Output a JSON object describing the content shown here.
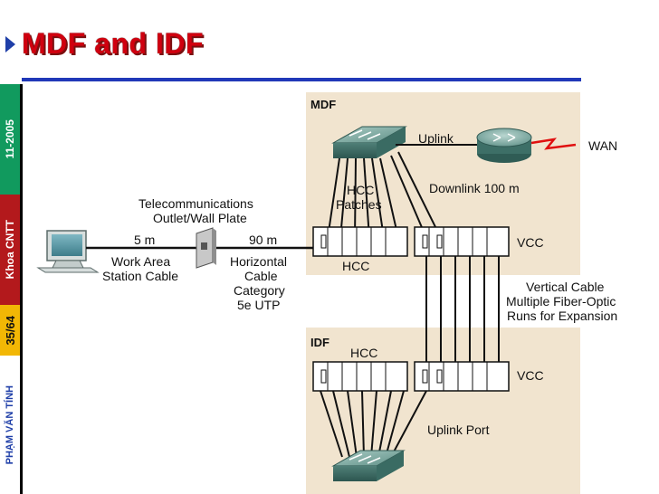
{
  "slide": {
    "title": "MDF and IDF",
    "side_date": "11-2005",
    "side_dept": "Khoa CNTT",
    "side_page": "35/64",
    "side_author": "PHẠM VĂN TÍNH",
    "colors": {
      "title": "#d0000f",
      "rule": "#2038b8",
      "side_date_bg": "#119a5e",
      "side_dept_bg": "#b3191c",
      "side_page_bg": "#f2b705",
      "side_author_bg": "#ffffff",
      "zone_bg": "#f1e4cf",
      "wan_link": "#e01010"
    }
  },
  "diagram": {
    "mdf_label": "MDF",
    "idf_label": "IDF",
    "uplink": "Uplink",
    "wan": "WAN",
    "hcc_patches_1": "HCC",
    "hcc_patches_2": "Patches",
    "downlink": "Downlink 100 m",
    "telecom_1": "Telecommunications",
    "telecom_2": "Outlet/Wall Plate",
    "dist_5m": "5 m",
    "dist_90m": "90 m",
    "work_area_1": "Work Area",
    "work_area_2": "Station Cable",
    "horiz_1": "Horizontal",
    "horiz_2": "Cable",
    "horiz_3": "Category",
    "horiz_4": "5e UTP",
    "hcc_mdf": "HCC",
    "vcc_mdf": "VCC",
    "vertical_1": "Vertical Cable",
    "vertical_2": "Multiple Fiber-Optic",
    "vertical_3": "Runs for Expansion",
    "hcc_idf": "HCC",
    "vcc_idf": "VCC",
    "uplink_port": "Uplink Port"
  }
}
